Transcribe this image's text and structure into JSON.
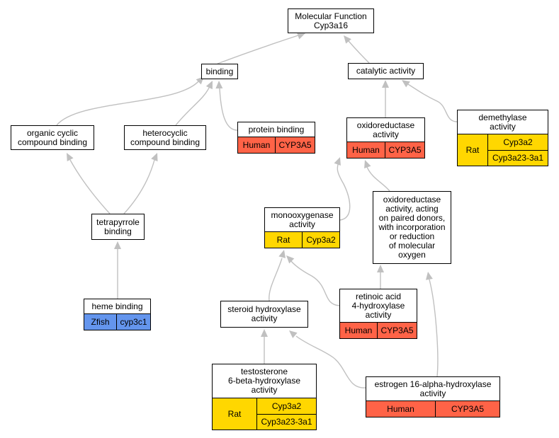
{
  "nodes": {
    "molecular_function": {
      "label": "Molecular Function\nCyp3a16"
    },
    "binding": {
      "label": "binding"
    },
    "catalytic_activity": {
      "label": "catalytic activity"
    },
    "organic_cyclic": {
      "label": "organic cyclic\ncompound binding"
    },
    "heterocyclic": {
      "label": "heterocyclic\ncompound binding"
    },
    "protein_binding": {
      "label": "protein binding",
      "species": "Human",
      "genes": [
        "CYP3A5"
      ]
    },
    "oxidoreductase": {
      "label": "oxidoreductase\nactivity",
      "species": "Human",
      "genes": [
        "CYP3A5"
      ]
    },
    "demethylase": {
      "label": "demethylase\nactivity",
      "species": "Rat",
      "genes": [
        "Cyp3a2",
        "Cyp3a23-3a1"
      ]
    },
    "tetrapyrrole": {
      "label": "tetrapyrrole\nbinding"
    },
    "monooxygenase": {
      "label": "monooxygenase\nactivity",
      "species": "Rat",
      "genes": [
        "Cyp3a2"
      ]
    },
    "oxido_paired": {
      "label": "oxidoreductase\nactivity, acting\non paired donors,\nwith incorporation\nor reduction\nof molecular\noxygen"
    },
    "retinoic": {
      "label": "retinoic acid\n4-hydroxylase\nactivity",
      "species": "Human",
      "genes": [
        "CYP3A5"
      ]
    },
    "heme_binding": {
      "label": "heme binding",
      "species": "Zfish",
      "genes": [
        "cyp3c1"
      ]
    },
    "steroid_hydroxylase": {
      "label": "steroid hydroxylase\nactivity"
    },
    "testosterone": {
      "label": "testosterone\n6-beta-hydroxylase\nactivity",
      "species": "Rat",
      "genes": [
        "Cyp3a2",
        "Cyp3a23-3a1"
      ]
    },
    "estrogen": {
      "label": "estrogen 16-alpha-hydroxylase\nactivity",
      "species": "Human",
      "genes": [
        "CYP3A5"
      ]
    }
  },
  "colors": {
    "Human": "#ff6347",
    "Rat": "#ffd700",
    "Zfish": "#6495ed",
    "edge": "#c0c0c0"
  }
}
